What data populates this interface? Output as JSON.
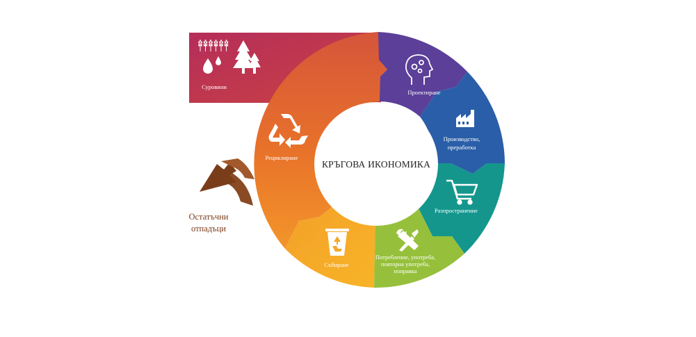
{
  "title": "КРЪГОВА ИКОНОМИКА",
  "raw_materials": {
    "label": "Суровини",
    "color": "#b52d5a",
    "icons": [
      "wheat-icon",
      "water-drops-icon",
      "pine-trees-icon"
    ]
  },
  "stages": [
    {
      "id": "design",
      "label": "Проектиране",
      "lines": [
        "Проектиране"
      ],
      "color": "#5b3f99",
      "icon": "head-gears-icon"
    },
    {
      "id": "production",
      "label": "Производство, преработка",
      "lines": [
        "Производство,",
        "преработка"
      ],
      "color": "#2a5ea8",
      "icon": "factory-icon"
    },
    {
      "id": "distribution",
      "label": "Разпространение",
      "lines": [
        "Разпространение"
      ],
      "color": "#14968d",
      "icon": "shopping-cart-icon"
    },
    {
      "id": "consumption",
      "label": "Потребление, употреба, повторна употреба, поправка",
      "lines": [
        "Потребление, употреба,",
        "повторна употреба,",
        "поправка"
      ],
      "color": "#96c03b",
      "icon": "wrench-screwdriver-icon"
    },
    {
      "id": "collection",
      "label": "Събиране",
      "lines": [
        "Събиране"
      ],
      "color": "#f4a82a",
      "icon": "recycle-bin-icon"
    },
    {
      "id": "recycling",
      "label": "Рециклиране",
      "lines": [
        "Рециклиране"
      ],
      "color": "#e8722a",
      "icon": "recycle-icon"
    }
  ],
  "residual_waste": {
    "lines": [
      "Остатъчни",
      "отпадъци"
    ],
    "color": "#8a4a24"
  }
}
